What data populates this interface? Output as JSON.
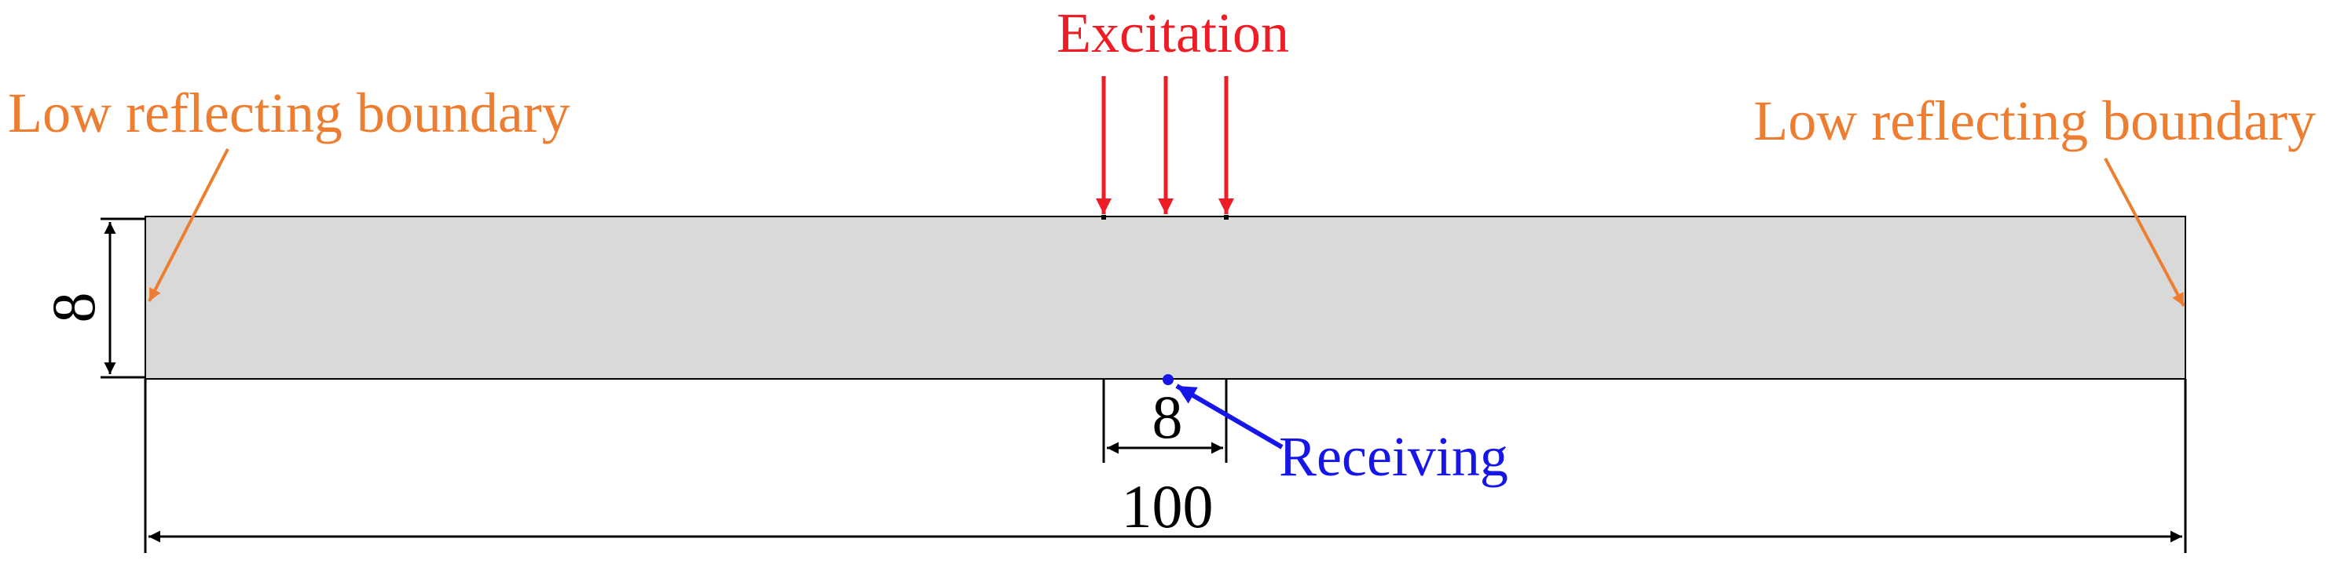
{
  "labels": {
    "excitation": "Excitation",
    "boundary_left": "Low reflecting boundary",
    "boundary_right": "Low reflecting boundary",
    "receiving": "Receiving"
  },
  "dimensions": {
    "height": "8",
    "excitation_width": "8",
    "length": "100"
  },
  "colors": {
    "excitation": "#ee1c25",
    "boundary": "#ed7d31",
    "receiving": "#1616e8",
    "plate_fill": "#d9d9d9",
    "dimension": "#000000"
  }
}
